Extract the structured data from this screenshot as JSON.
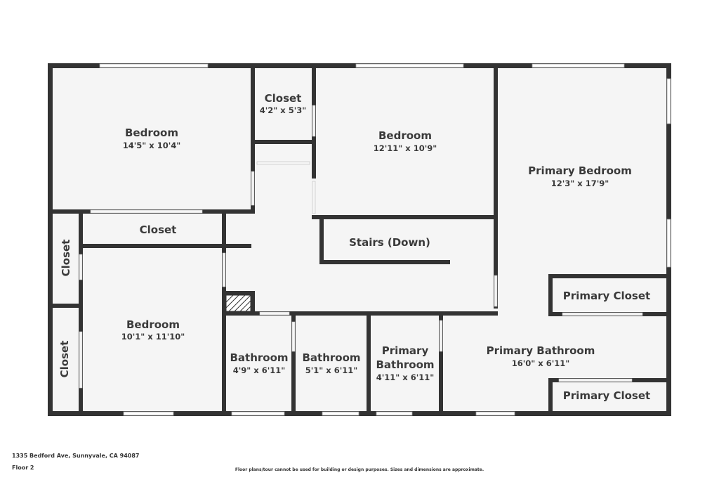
{
  "rooms": [
    {
      "name": "Bedroom",
      "dims": "14'5\" x 10'4\""
    },
    {
      "name": "Closet",
      "dims": "4'2\" x 5'3\""
    },
    {
      "name": "Bedroom",
      "dims": "12'11\" x 10'9\""
    },
    {
      "name": "Primary Bedroom",
      "dims": "12'3\" x 17'9\""
    },
    {
      "name": "Closet"
    },
    {
      "name": "Stairs (Down)"
    },
    {
      "name": "Closet"
    },
    {
      "name": "Closet"
    },
    {
      "name": "Bedroom",
      "dims": "10'1\" x 11'10\""
    },
    {
      "name": "Primary Closet"
    },
    {
      "name": "Bathroom",
      "dims": "4'9\" x 6'11\""
    },
    {
      "name": "Bathroom",
      "dims": "5'1\" x 6'11\""
    },
    {
      "name_line1": "Primary",
      "name_line2": "Bathroom",
      "dims": "4'11\" x 6'11\""
    },
    {
      "name": "Primary Bathroom",
      "dims": "16'0\" x 6'11\""
    },
    {
      "name": "Primary Closet"
    }
  ],
  "footer": {
    "address": "1335 Bedford Ave, Sunnyvale, CA 94087",
    "floor": "Floor 2",
    "disclaimer": "Floor plans/tour cannot be used for building or design purposes. Sizes and dimensions are approximate."
  },
  "colors": {
    "wall": "#333333",
    "floor": "#f5f5f5",
    "window": "#ffffff"
  }
}
